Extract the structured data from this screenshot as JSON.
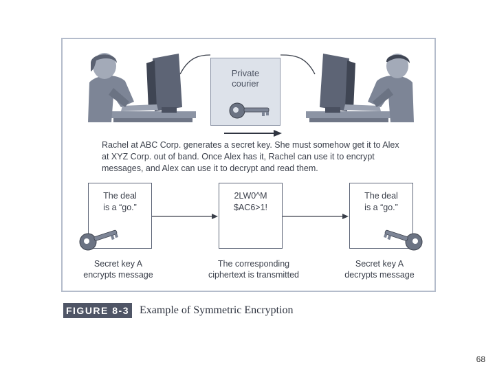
{
  "courier": {
    "label": "Private\ncourier"
  },
  "narrative": "Rachel at ABC Corp. generates a secret key. She must somehow get it to Alex at XYZ Corp. out of band. Once Alex has it, Rachel can use it to encrypt messages, and Alex can use it to decrypt and read them.",
  "messages": {
    "plaintext_left": "The deal\nis a “go.”",
    "ciphertext": "2LW0^M\n$AC6>1!",
    "plaintext_right": "The deal\nis a “go.”"
  },
  "captions": {
    "encrypt": "Secret key A\nencrypts message",
    "transmit": "The corresponding\nciphertext is transmitted",
    "decrypt": "Secret key A\ndecrypts message"
  },
  "figure": {
    "label": "FIGURE 8-3",
    "title": "Example of Symmetric Encryption"
  },
  "page_number": "68",
  "colors": {
    "figure_border": "#b4bccb",
    "person_fill": "#7d8596",
    "label_bg": "#4f5566"
  }
}
